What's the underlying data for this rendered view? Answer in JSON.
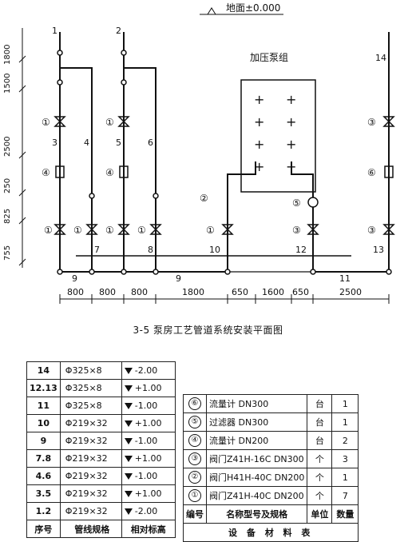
{
  "diagram": {
    "ground_label": "地面±0.000",
    "pump_label": "加压泵组",
    "vertical_dims": [
      "1800",
      "1500",
      "2500",
      "250",
      "825",
      "755"
    ],
    "pipe_numbers": [
      "1",
      "2",
      "3",
      "4",
      "5",
      "6",
      "7",
      "8",
      "9",
      "9",
      "10",
      "11",
      "12",
      "13",
      "14"
    ],
    "horizontal_dims": [
      "800",
      "800",
      "800",
      "1800",
      "650",
      "1600",
      "650",
      "2500"
    ],
    "valve_marks": [
      "①",
      "①",
      "④",
      "④",
      "①",
      "①",
      "①",
      "①",
      "②",
      "①",
      "⑤",
      "③",
      "③",
      "⑥",
      "③"
    ]
  },
  "caption": "3-5 泵房工艺管道系统安装平面图",
  "pipe_table": {
    "rows": [
      {
        "no": "14",
        "spec": "Φ325×8",
        "elev": "-2.00"
      },
      {
        "no": "12.13",
        "spec": "Φ325×8",
        "elev": "+1.00"
      },
      {
        "no": "11",
        "spec": "Φ325×8",
        "elev": "-1.00"
      },
      {
        "no": "10",
        "spec": "Φ219×32",
        "elev": "+1.00"
      },
      {
        "no": "9",
        "spec": "Φ219×32",
        "elev": "-1.00"
      },
      {
        "no": "7.8",
        "spec": "Φ219×32",
        "elev": "+1.00"
      },
      {
        "no": "4.6",
        "spec": "Φ219×32",
        "elev": "-1.00"
      },
      {
        "no": "3.5",
        "spec": "Φ219×32",
        "elev": "+1.00"
      },
      {
        "no": "1.2",
        "spec": "Φ219×32",
        "elev": "-2.00"
      }
    ],
    "header": {
      "no": "序号",
      "spec": "管线规格",
      "elev": "相对标高"
    }
  },
  "equip_table": {
    "rows": [
      {
        "no": "⑥",
        "name": "流量计 DN300",
        "unit": "台",
        "qty": "1"
      },
      {
        "no": "⑤",
        "name": "过滤器 DN300",
        "unit": "台",
        "qty": "1"
      },
      {
        "no": "④",
        "name": "流量计 DN200",
        "unit": "台",
        "qty": "2"
      },
      {
        "no": "③",
        "name": "阀门Z41H-16C DN300",
        "unit": "个",
        "qty": "3"
      },
      {
        "no": "②",
        "name": "阀门H41H-40C DN200",
        "unit": "个",
        "qty": "1"
      },
      {
        "no": "①",
        "name": "阀门Z41H-40C DN200",
        "unit": "个",
        "qty": "7"
      }
    ],
    "header": {
      "no": "编号",
      "name": "名称型号及规格",
      "unit": "单位",
      "qty": "数量"
    },
    "title": "设 备 材 料 表"
  }
}
